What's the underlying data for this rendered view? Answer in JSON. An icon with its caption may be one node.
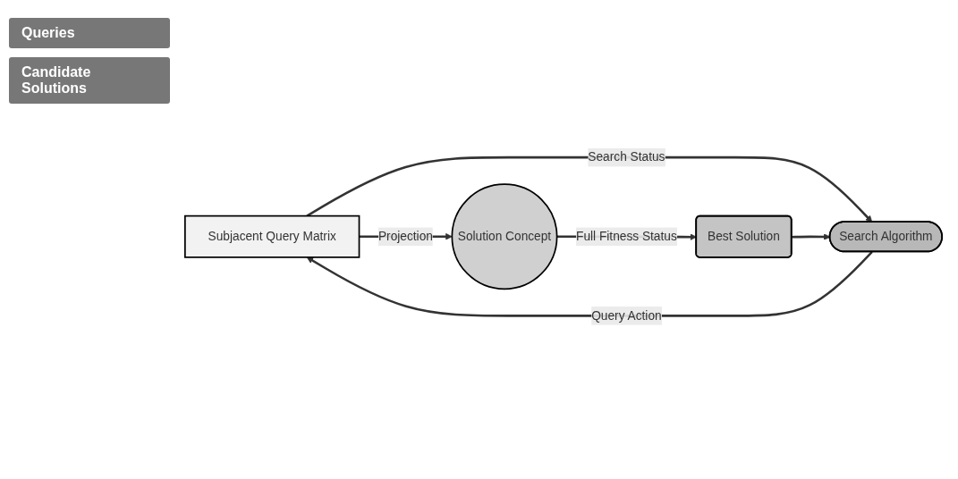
{
  "diagram": {
    "nodes": [
      {
        "text": [
          "Subjacent Query Matrix"
        ]
      },
      {
        "text": [
          "Solution Concept"
        ]
      },
      {
        "text": [
          "Search Algorithm"
        ]
      },
      {
        "text": [
          "Best Solution"
        ]
      }
    ],
    "edges": [
      {
        "from": 0,
        "to": 1,
        "label": "Projection",
        "arrow": "to"
      },
      {
        "from": 1,
        "to": 3,
        "label": "Full Fitness Status",
        "arrow": "to"
      },
      {
        "from": 0,
        "to": 2,
        "label": "Search Status",
        "arrow": "to"
      },
      {
        "from": 2,
        "to": 0,
        "label": "Query Action",
        "arrow": "to"
      },
      {
        "from": 3,
        "to": 2,
        "arrow": "to"
      }
    ],
    "labels": [
      "Queries",
      "Candidate Solutions"
    ]
  }
}
